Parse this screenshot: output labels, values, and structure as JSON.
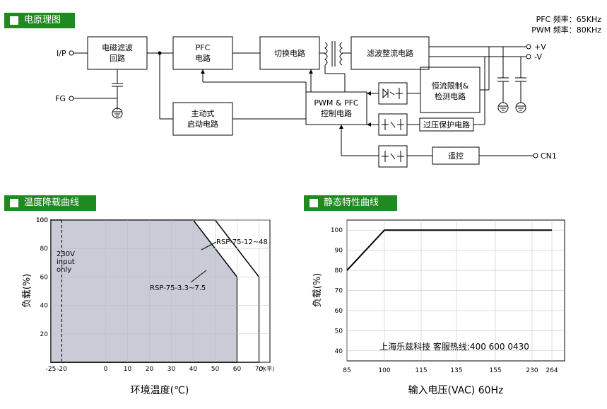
{
  "sections": {
    "block_title": "电原理图",
    "derating_title": "温度降载曲线",
    "static_title": "静态特性曲线"
  },
  "freq": {
    "pfc": "PFC 频率：65KHz",
    "pwm": "PWM 频率：80KHz"
  },
  "diagram": {
    "ip": "I/P",
    "fg": "FG",
    "emi_1": "电磁滤波",
    "emi_2": "回路",
    "pfc_1": "PFC",
    "pfc_2": "电路",
    "switch": "切换电路",
    "rect": "滤波整流电路",
    "active_1": "主动式",
    "active_2": "启动电路",
    "pwm_1": "PWM & PFC",
    "pwm_2": "控制电路",
    "cc_1": "恒流限制&",
    "cc_2": "检测电路",
    "ovp": "过压保护电路",
    "remote": "遥控",
    "vplus": "+V",
    "vminus": "-V",
    "cn1": "CN1"
  },
  "chart_data": [
    {
      "type": "area",
      "ylabel": "负载(%)",
      "xlabel": "环境温度(℃)",
      "x_unit_note": "(水平)",
      "x_ticks": [
        "-25",
        "-20",
        "0",
        "10",
        "20",
        "30",
        "40",
        "50",
        "60",
        "70"
      ],
      "y_ticks": [
        "20",
        "40",
        "60",
        "80",
        "100"
      ],
      "xlim": [
        -25,
        75
      ],
      "ylim": [
        0,
        100
      ],
      "annotation_230v": [
        "230V",
        "input",
        "only"
      ],
      "series": [
        {
          "name": "RSP-75-3.3~7.5",
          "x": [
            -25,
            40,
            60,
            60
          ],
          "y": [
            100,
            100,
            60,
            0
          ]
        },
        {
          "name": "RSP-75-12~48",
          "x": [
            -25,
            50,
            70,
            70
          ],
          "y": [
            100,
            100,
            60,
            0
          ]
        }
      ],
      "dashed_x": -20
    },
    {
      "type": "line",
      "ylabel": "负载(%)",
      "xlabel": "输入电压(VAC) 60Hz",
      "categories": [
        "85",
        "100",
        "115",
        "135",
        "155",
        "230",
        "264"
      ],
      "y_ticks": [
        "40",
        "50",
        "60",
        "70",
        "80",
        "90",
        "100"
      ],
      "ylim": [
        35,
        105
      ],
      "series": [
        {
          "x": [
            "85",
            "100",
            "264"
          ],
          "y": [
            80,
            100,
            100
          ]
        }
      ],
      "watermark": "上海乐兹科技 客服热线:400 600 0430"
    }
  ]
}
